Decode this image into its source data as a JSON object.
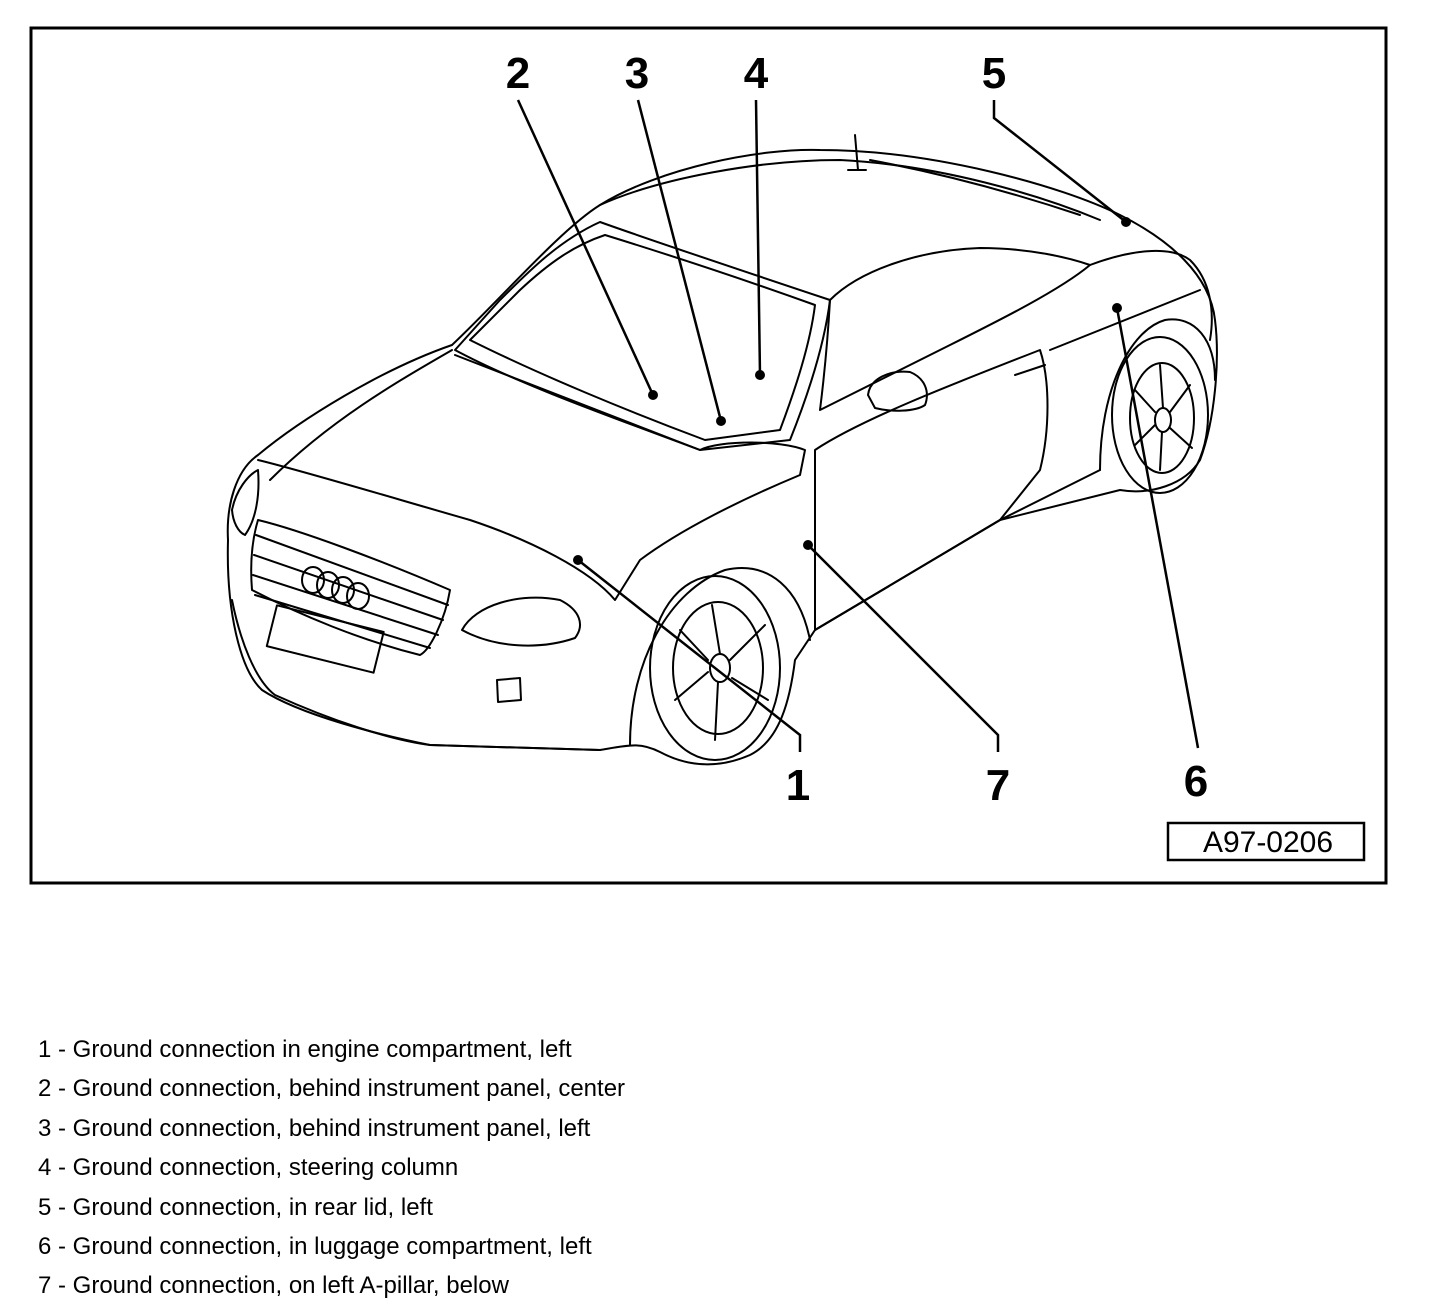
{
  "figure": {
    "reference_code": "A97-0206",
    "callouts": [
      {
        "number": "1"
      },
      {
        "number": "2"
      },
      {
        "number": "3"
      },
      {
        "number": "4"
      },
      {
        "number": "5"
      },
      {
        "number": "6"
      },
      {
        "number": "7"
      }
    ]
  },
  "legend": [
    {
      "text": "1 - Ground connection in engine compartment, left"
    },
    {
      "text": "2 - Ground connection, behind instrument panel, center"
    },
    {
      "text": "3 - Ground connection, behind instrument panel, left"
    },
    {
      "text": "4 - Ground connection, steering column"
    },
    {
      "text": "5 - Ground connection, in rear lid, left"
    },
    {
      "text": "6 - Ground connection, in luggage compartment, left"
    },
    {
      "text": "7 - Ground connection, on left A-pillar, below"
    }
  ]
}
